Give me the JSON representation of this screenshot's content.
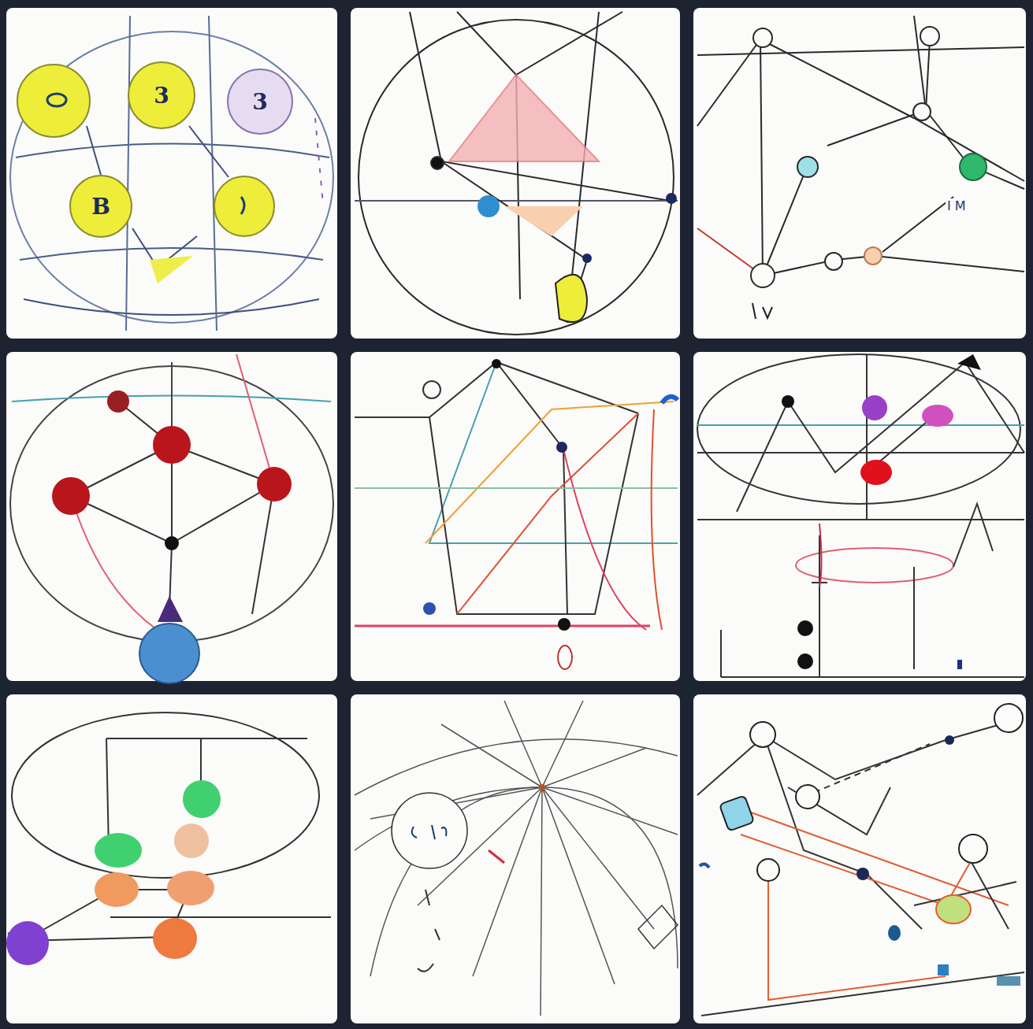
{
  "diagram": {
    "nodes": [
      {
        "text": [
          "3"
        ]
      },
      {
        "text": [
          "3"
        ]
      },
      {
        "text": [
          "B"
        ]
      }
    ],
    "labels": [
      "I M"
    ]
  }
}
